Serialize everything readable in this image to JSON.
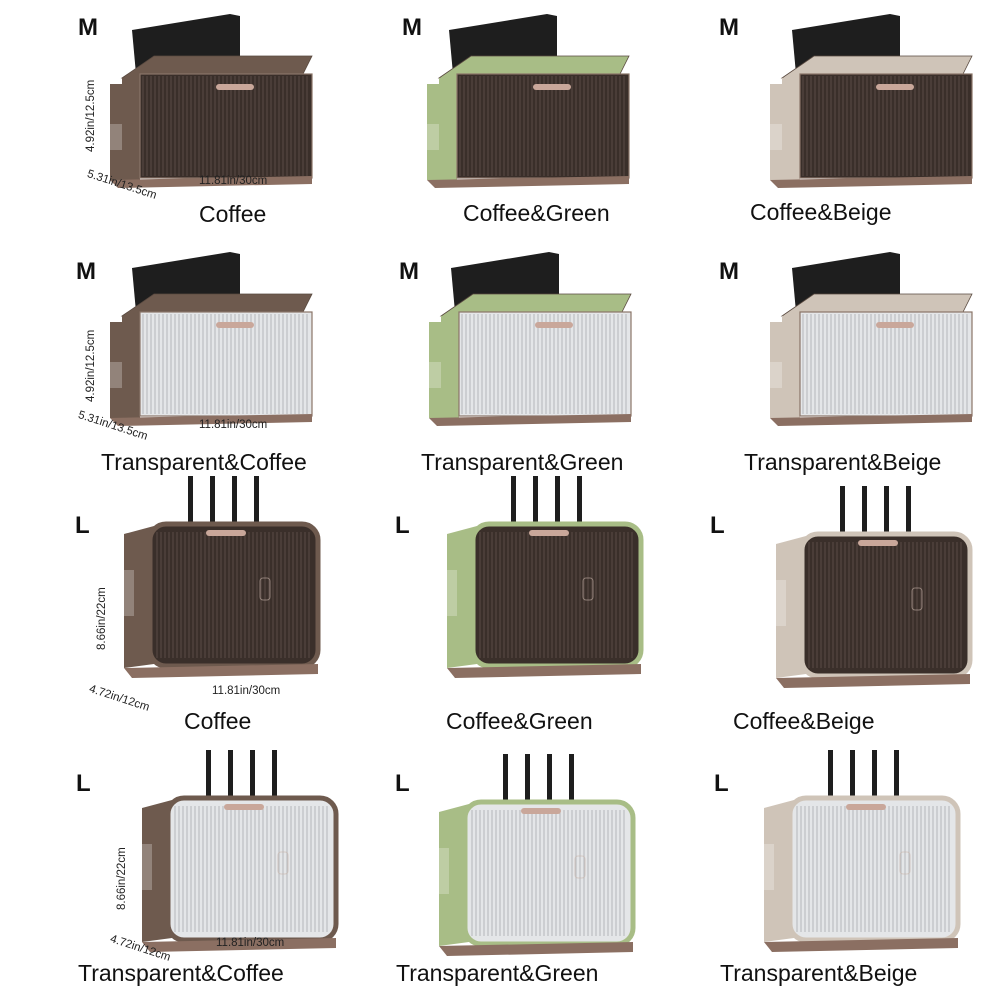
{
  "products": [
    {
      "size": "M",
      "label": "Coffee",
      "variant": "coffee-coffee",
      "dims": {
        "height": "4.92in/12.5cm",
        "depth": "5.31in/13.5cm",
        "width": "11.81in/30cm"
      }
    },
    {
      "size": "M",
      "label": "Coffee&Green",
      "variant": "green-coffee"
    },
    {
      "size": "M",
      "label": "Coffee&Beige",
      "variant": "beige-coffee"
    },
    {
      "size": "M",
      "label": "Transparent&Coffee",
      "variant": "coffee-clear",
      "dims": {
        "height": "4.92in/12.5cm",
        "depth": "5.31in/13.5cm",
        "width": "11.81in/30cm"
      }
    },
    {
      "size": "M",
      "label": "Transparent&Green",
      "variant": "green-clear"
    },
    {
      "size": "M",
      "label": "Transparent&Beige",
      "variant": "beige-clear"
    },
    {
      "size": "L",
      "label": "Coffee",
      "variant": "coffee-coffee",
      "dims": {
        "height": "8.66in/22cm",
        "depth": "4.72in/12cm",
        "width": "11.81in/30cm"
      }
    },
    {
      "size": "L",
      "label": "Coffee&Green",
      "variant": "green-coffee"
    },
    {
      "size": "L",
      "label": "Coffee&Beige",
      "variant": "beige-coffee"
    },
    {
      "size": "L",
      "label": "Transparent&Coffee",
      "variant": "coffee-clear",
      "dims": {
        "height": "8.66in/22cm",
        "depth": "4.72in/12cm",
        "width": "11.81in/30cm"
      }
    },
    {
      "size": "L",
      "label": "Transparent&Green",
      "variant": "green-clear"
    },
    {
      "size": "L",
      "label": "Transparent&Beige",
      "variant": "beige-clear"
    }
  ],
  "colors": {
    "coffee_body": "#6e5a4e",
    "green_body": "#a8bd86",
    "beige_body": "#cfc4b8",
    "coffee_front": "#3a2f2a",
    "clear_front": "#e4e6e8",
    "phone": "#1e1e1e",
    "handle": "#c9a79a"
  },
  "icons": {
    "phone": "phone-silhouette",
    "router": "router-antenna"
  }
}
